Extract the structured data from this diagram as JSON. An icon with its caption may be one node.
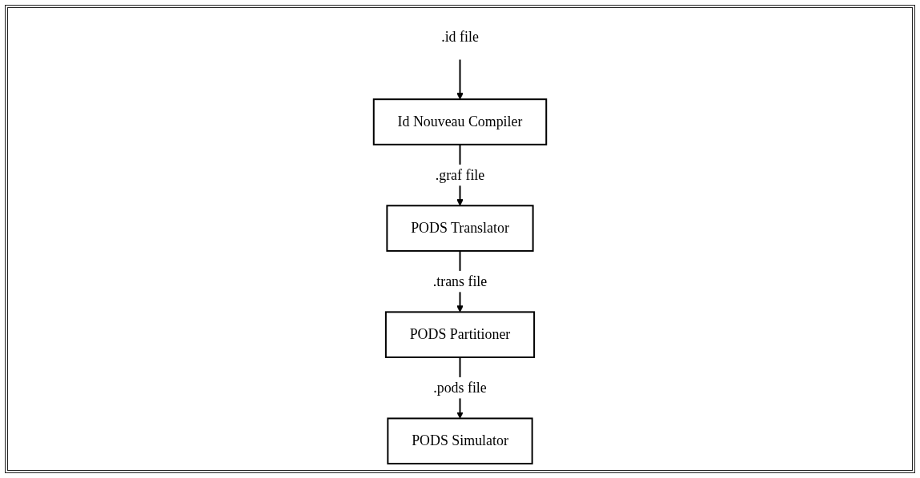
{
  "diagram": {
    "nodes": [
      {
        "text": [
          ".id file"
        ]
      },
      {
        "text": [
          "Id Nouveau Compiler"
        ]
      },
      {
        "text": [
          "PODS Translator"
        ]
      },
      {
        "text": [
          "PODS Partitioner"
        ]
      },
      {
        "text": [
          "PODS Simulator"
        ]
      }
    ],
    "edges": [
      {
        "from": 0,
        "to": 1,
        "arrow": "to"
      },
      {
        "from": 1,
        "to": 2,
        "arrow": "to",
        "label": ".graf file"
      },
      {
        "from": 2,
        "to": 3,
        "arrow": "to",
        "label": ".trans file"
      },
      {
        "from": 3,
        "to": 4,
        "arrow": "to",
        "label": ".pods file"
      }
    ]
  }
}
